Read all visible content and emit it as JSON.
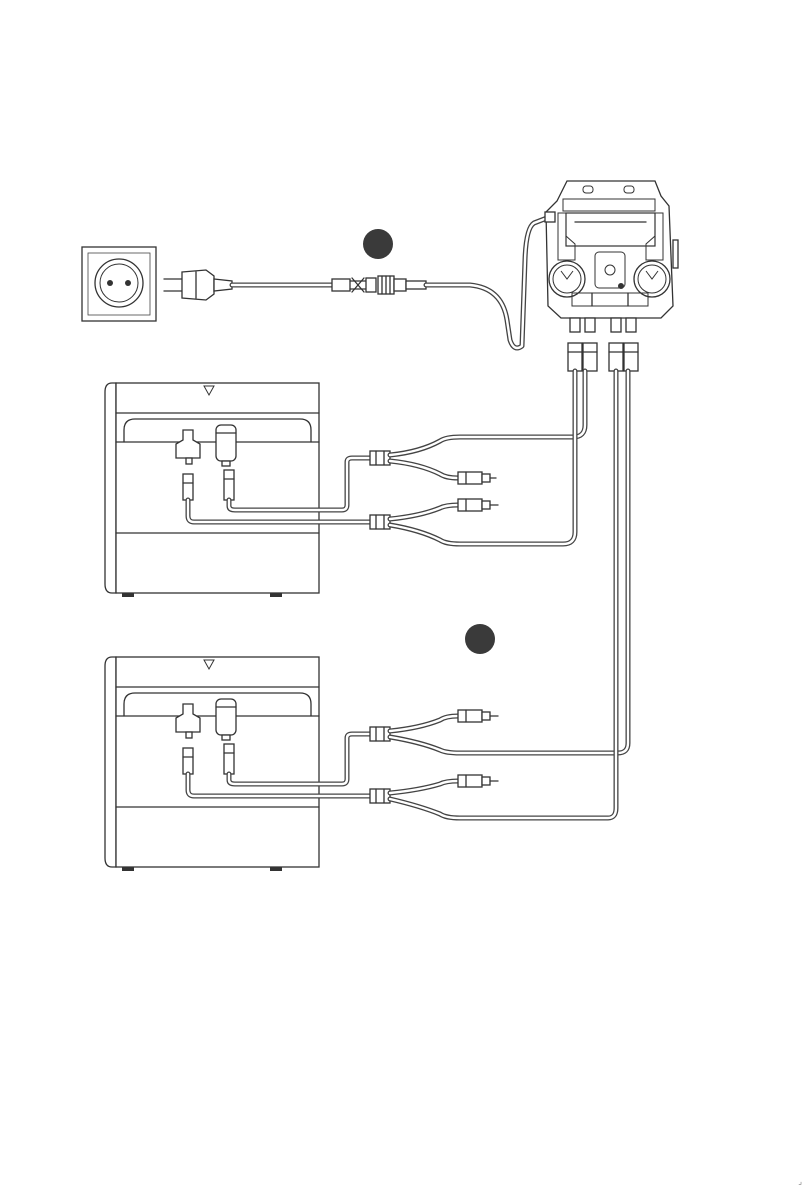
{
  "diagram": {
    "step_markers": [
      {
        "id": "marker-1",
        "shape": "filled-circle"
      },
      {
        "id": "marker-2",
        "shape": "filled-circle"
      }
    ],
    "components": {
      "outlet": {
        "icon": "schuko-wall-socket-icon"
      },
      "inverter": {
        "icon": "micro-inverter-icon"
      },
      "battery_units": [
        {
          "icon": "battery-unit-icon"
        },
        {
          "icon": "battery-unit-icon"
        }
      ],
      "connectors": {
        "icon": "mc4-y-branch-connector-icon"
      }
    },
    "colors": {
      "line": "#333333",
      "marker": "#3a3a3a",
      "background": "#ffffff"
    }
  },
  "footer": {
    "page_mark": "⌟"
  }
}
